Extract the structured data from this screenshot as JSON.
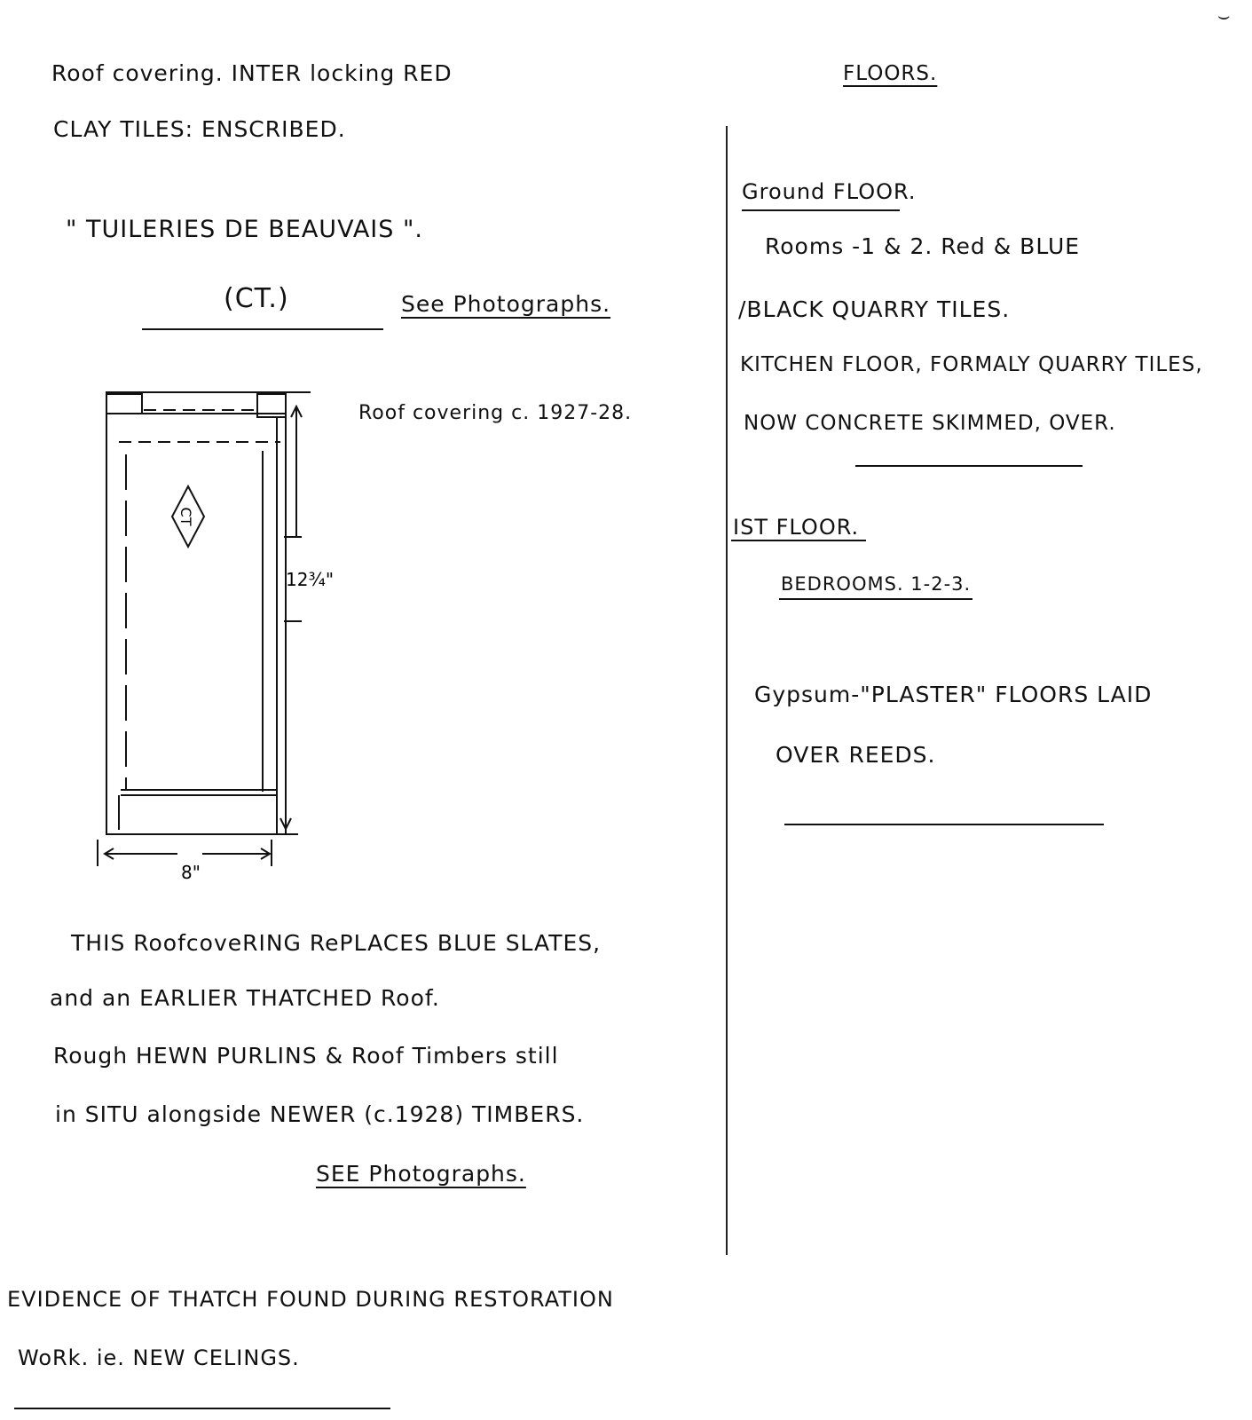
{
  "left": {
    "roof_line1": "Roof covering. INTER locking RED",
    "roof_line2": "CLAY TILES: ENSCRIBED.",
    "inscription": "\" TUILERIES DE BEAUVAIS \".",
    "ct_mark": "(CT.)",
    "see_photos_1": "See Photographs.",
    "sketch": {
      "caption": "Roof covering c. 1927-28.",
      "tile_mark": "CT",
      "height_label": "12¾\"",
      "width_label": "8\""
    },
    "para_line1": "THIS RoofcoveRING RePLACES BLUE SLATES,",
    "para_line2": "and an EARLIER THATCHED Roof.",
    "para_line3": "Rough HEWN PURLINS & Roof Timbers still",
    "para_line4": "in SITU alongside NEWER (c.1928) TIMBERS.",
    "see_photos_2": "SEE Photographs.",
    "evidence_line1": "EVIDENCE OF THATCH FOUND DURING RESTORATION",
    "evidence_line2": "WoRk. ie. NEW CELINGS."
  },
  "right": {
    "heading": "FLOORS.",
    "ground_heading": "Ground FLOOR.",
    "ground_line1": "Rooms -1 & 2. Red & BLUE",
    "ground_line2": "/BLACK QUARRY TILES.",
    "ground_line3": "KITCHEN FLOOR, FORMALY QUARRY TILES,",
    "ground_line4": "NOW CONCRETE SKIMMED, OVER.",
    "first_heading": "IST FLOOR.",
    "bedrooms": "BEDROOMS. 1-2-3.",
    "gypsum_line1": "Gypsum-\"PLASTER\" FLOORS LAID",
    "gypsum_line2": "OVER REEDS."
  },
  "corner_mark": "⌣"
}
